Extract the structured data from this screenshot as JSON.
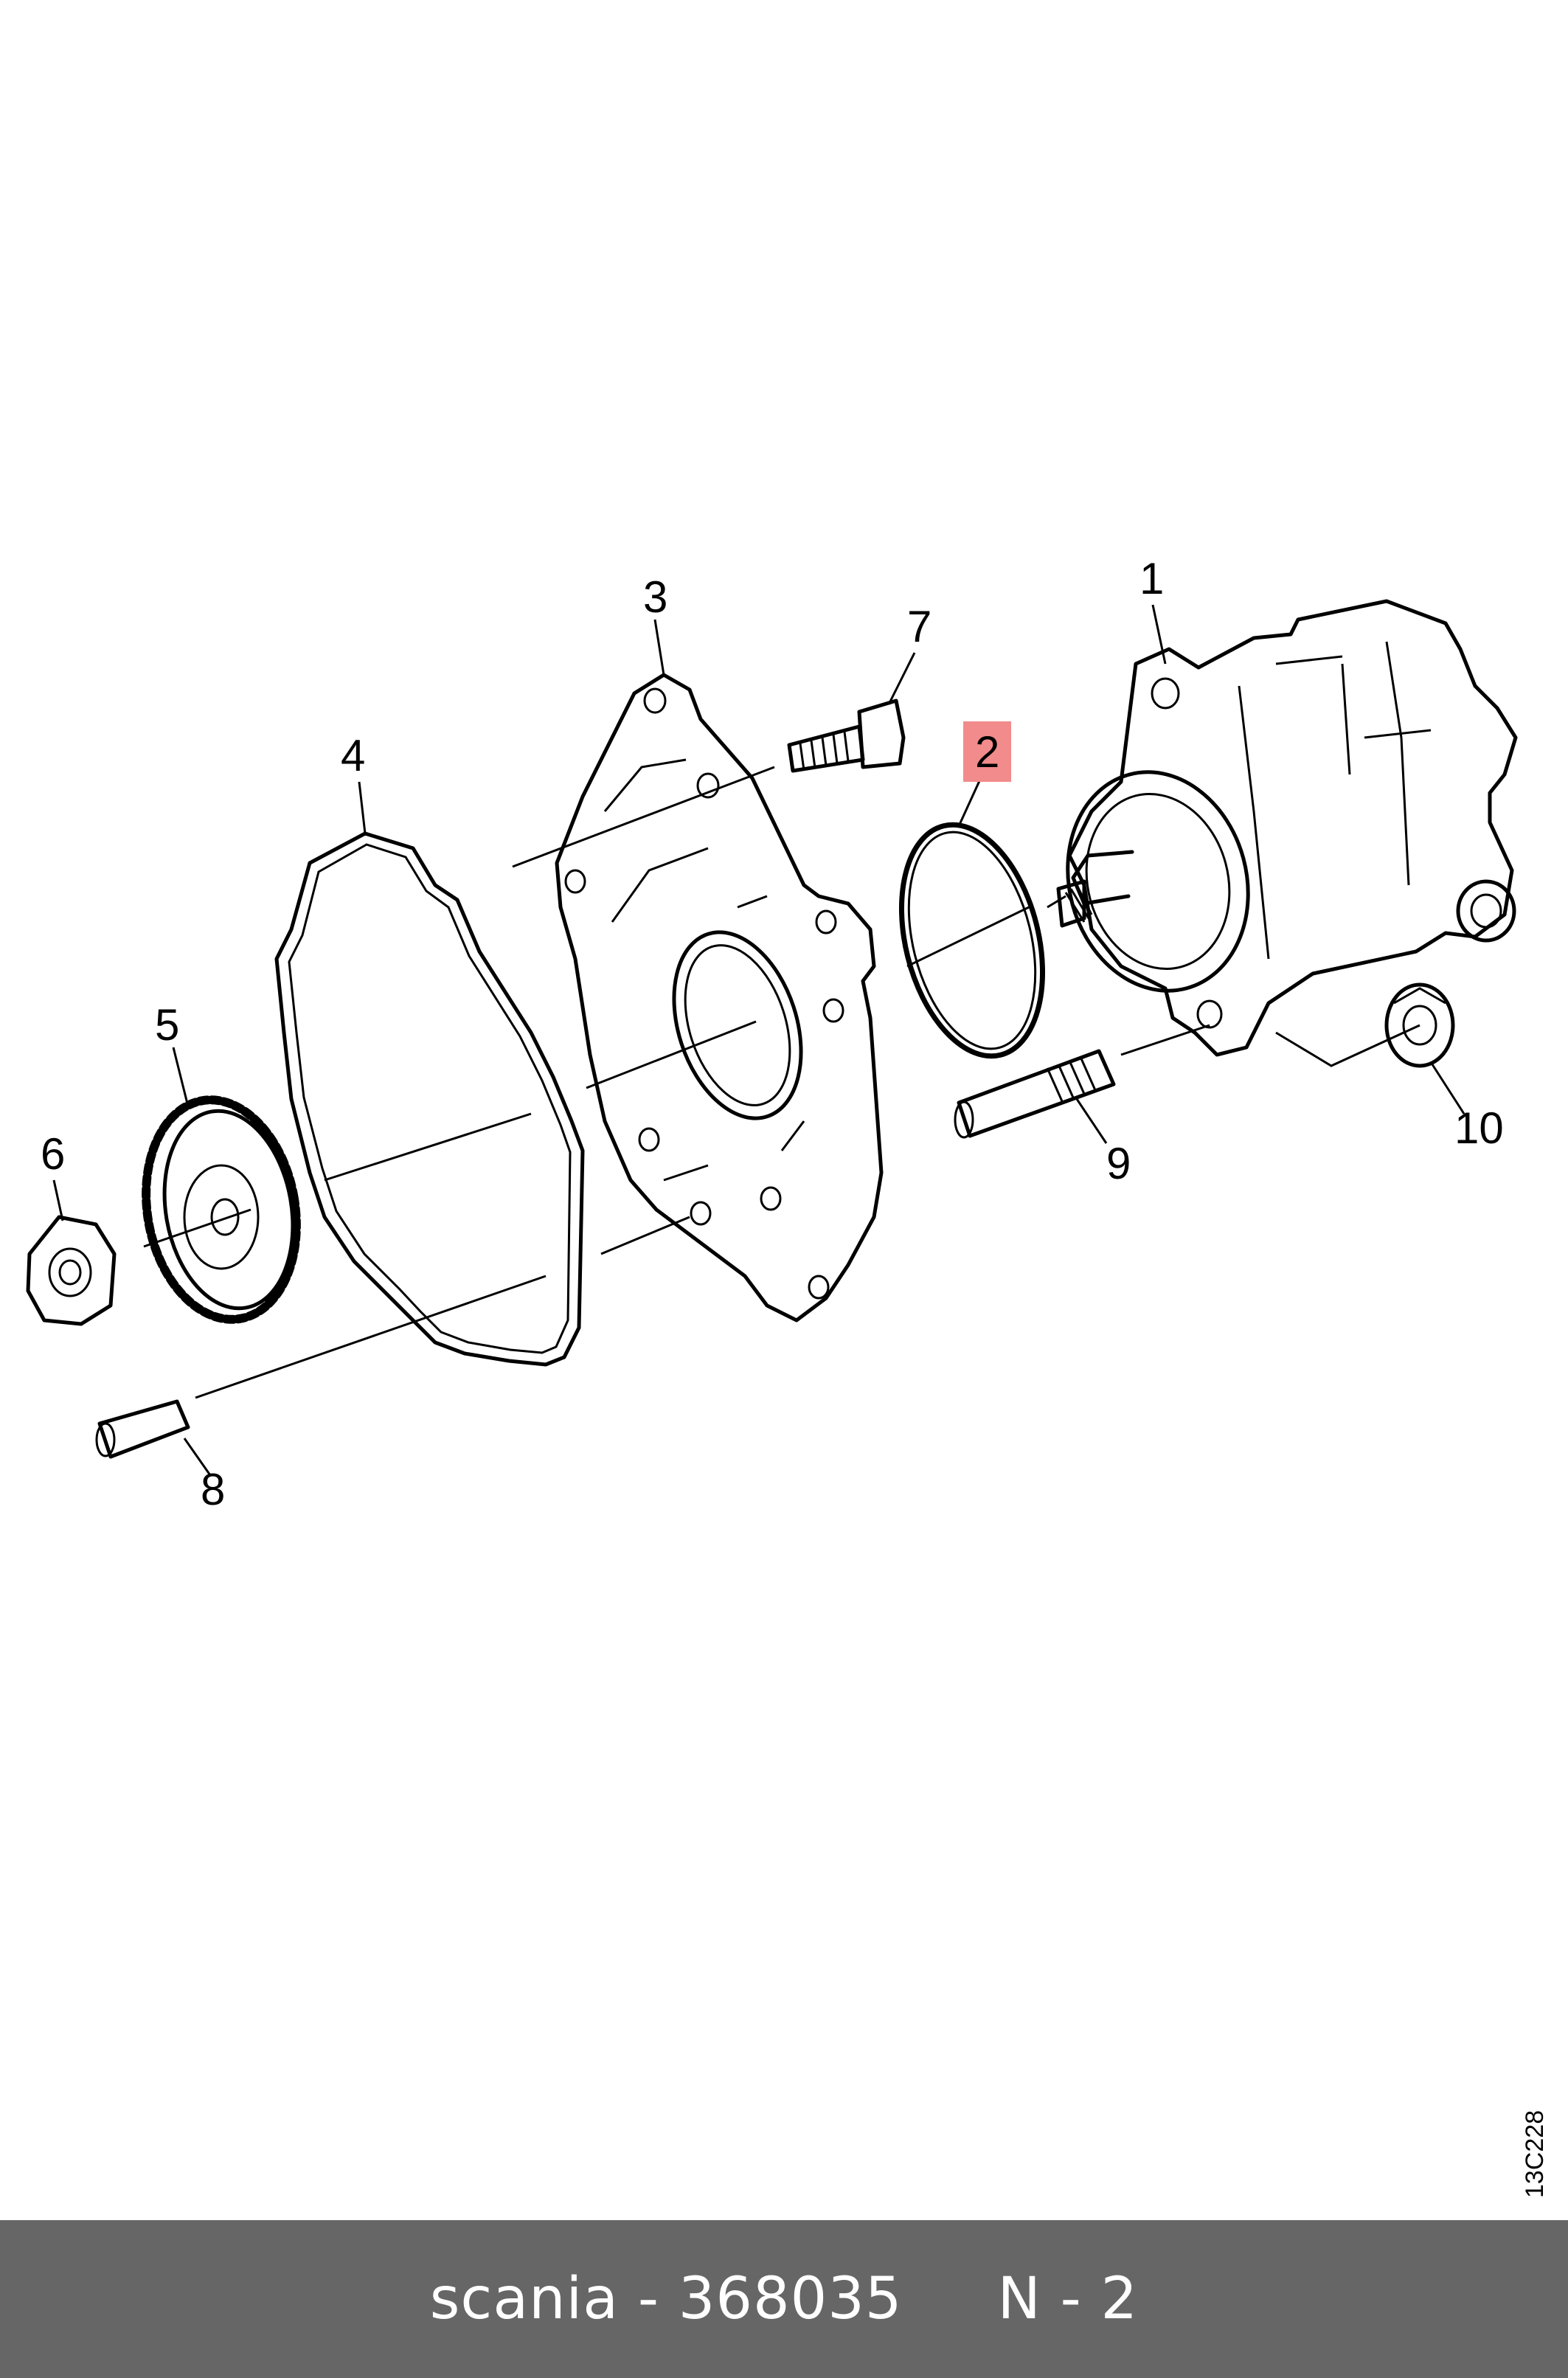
{
  "diagram": {
    "callouts": [
      {
        "id": "1",
        "label": "1"
      },
      {
        "id": "2",
        "label": "2",
        "highlighted": true
      },
      {
        "id": "3",
        "label": "3"
      },
      {
        "id": "4",
        "label": "4"
      },
      {
        "id": "5",
        "label": "5"
      },
      {
        "id": "6",
        "label": "6"
      },
      {
        "id": "7",
        "label": "7"
      },
      {
        "id": "8",
        "label": "8"
      },
      {
        "id": "9",
        "label": "9"
      },
      {
        "id": "10",
        "label": "10"
      }
    ],
    "drawing_code": "13C228",
    "highlight_color": "#f28b8b"
  },
  "footer": {
    "text": "scania - 368035     N - 2",
    "background": "#666666",
    "text_color": "#ffffff"
  }
}
